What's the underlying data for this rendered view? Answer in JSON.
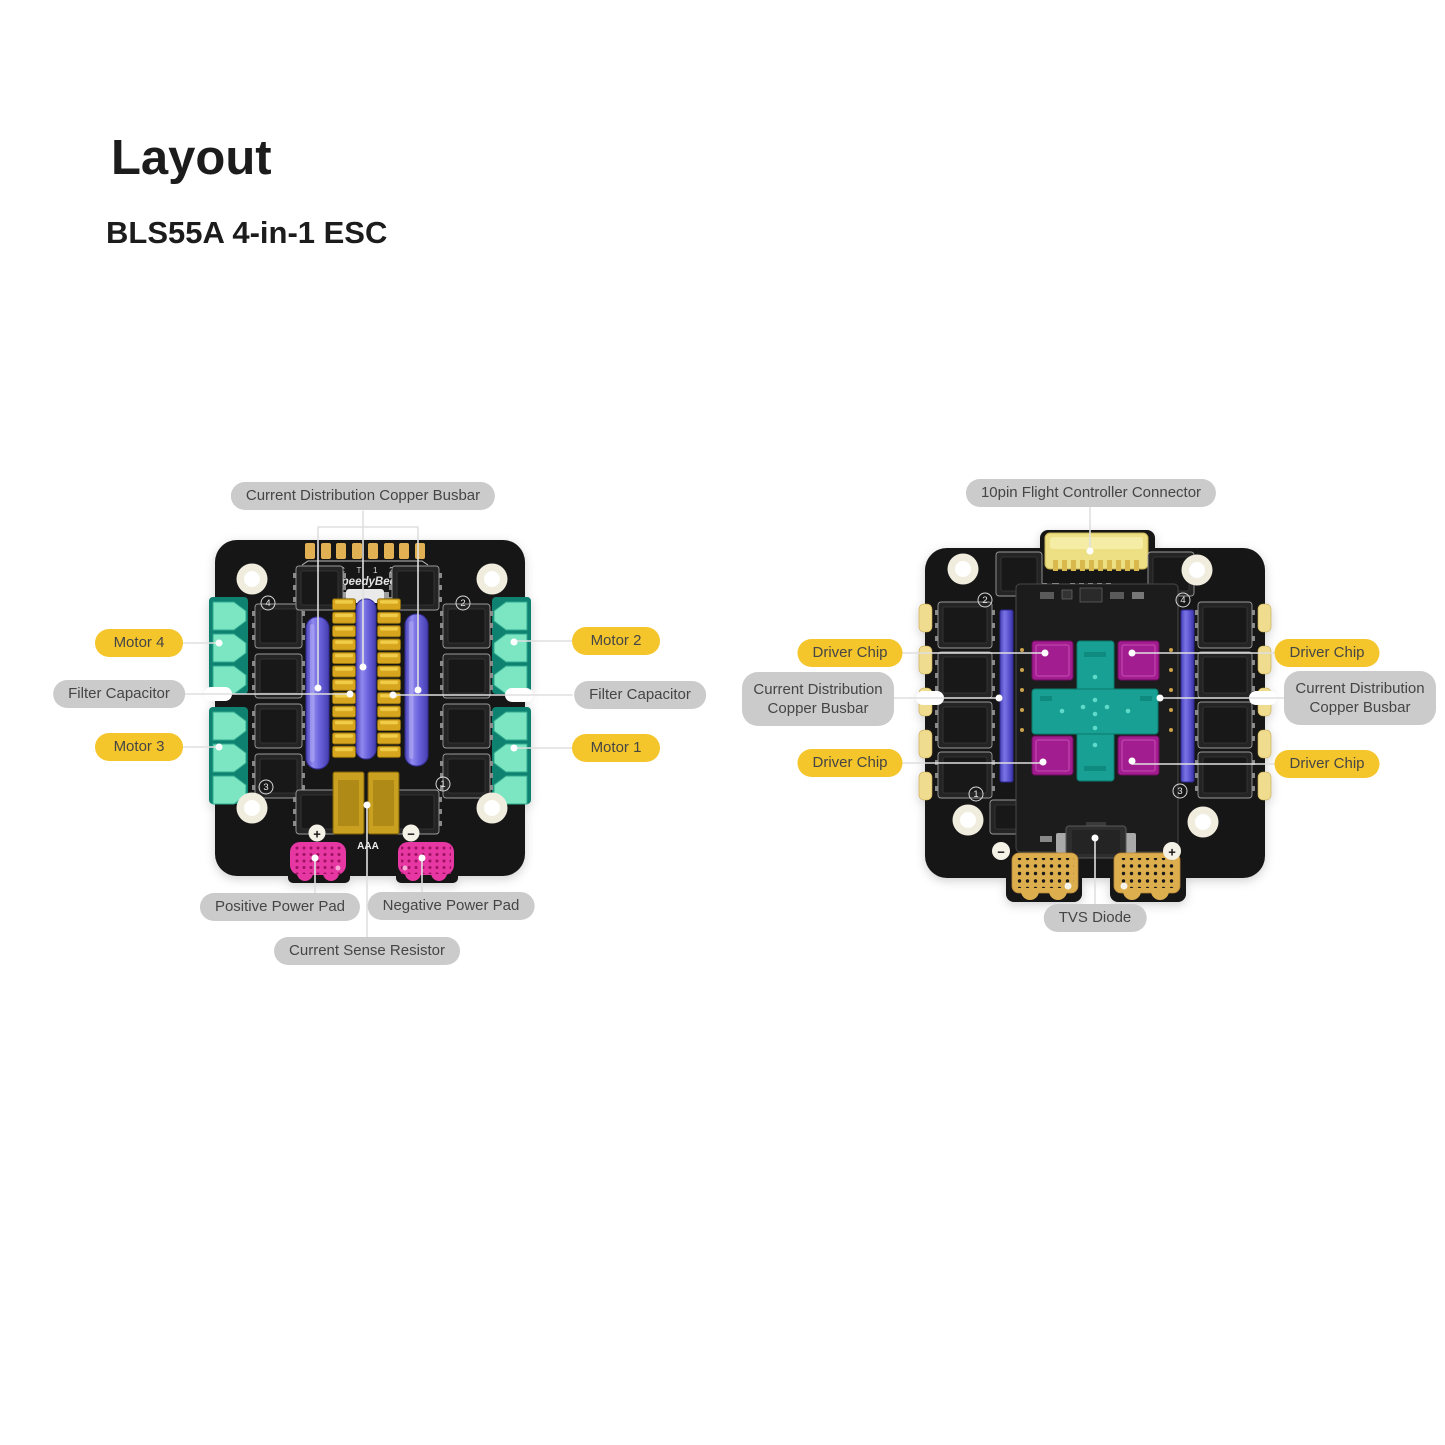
{
  "header": {
    "title": "Layout",
    "subtitle": "BLS55A 4-in-1 ESC"
  },
  "colors": {
    "label_yellow": "#F5C62B",
    "label_gray": "#CBCBCB",
    "label_text": "#454545",
    "leader_line": "#DFDFDF",
    "board_black": "#161616",
    "motor_pad_teal": "#7CE6C3",
    "motor_base_teal": "#0E8170",
    "busbar_purple": "#6A62DC",
    "capacitor_gold": "#D7A61E",
    "power_pad_pink": "#E637A3",
    "driver_chip_magenta": "#A11D90",
    "mcu_teal": "#17A093",
    "connector_yellow": "#EDE084",
    "power_pad_gold": "#DCAE4E"
  },
  "front_view": {
    "callouts": {
      "busbar_top": {
        "text": "Current Distribution Copper Busbar",
        "style": "gray"
      },
      "motor4": {
        "text": "Motor 4",
        "style": "yellow"
      },
      "filter_cap_left": {
        "text": "Filter Capacitor",
        "style": "gray"
      },
      "motor3": {
        "text": "Motor 3",
        "style": "yellow"
      },
      "motor2": {
        "text": "Motor 2",
        "style": "yellow"
      },
      "filter_cap_right": {
        "text": "Filter Capacitor",
        "style": "gray"
      },
      "motor1": {
        "text": "Motor 1",
        "style": "yellow"
      },
      "positive_pad": {
        "text": "Positive Power Pad",
        "style": "gray"
      },
      "negative_pad": {
        "text": "Negative Power Pad",
        "style": "gray"
      },
      "current_sense": {
        "text": "Current Sense Resistor",
        "style": "gray"
      }
    },
    "silkscreen": {
      "pin_row": "V G C T 1 2 3 4",
      "brand": "SpeedyBee",
      "bottom_mark": "AAA",
      "plus": "+",
      "minus": "−",
      "corner_numbers": {
        "top_left": "4",
        "top_right": "2",
        "bottom_left": "3",
        "bottom_right": "1"
      }
    }
  },
  "back_view": {
    "callouts": {
      "fc_connector": {
        "text": "10pin Flight Controller Connector",
        "style": "gray"
      },
      "driver_chip_left_top": {
        "text": "Driver Chip",
        "style": "yellow"
      },
      "busbar_left": {
        "text": "Current Distribution Copper Busbar",
        "style": "gray"
      },
      "driver_chip_left_bottom": {
        "text": "Driver Chip",
        "style": "yellow"
      },
      "driver_chip_right_top": {
        "text": "Driver Chip",
        "style": "yellow"
      },
      "busbar_right": {
        "text": "Current Distribution Copper Busbar",
        "style": "gray"
      },
      "driver_chip_right_bottom": {
        "text": "Driver Chip",
        "style": "yellow"
      },
      "tvs_diode": {
        "text": "TVS Diode",
        "style": "gray"
      }
    },
    "silkscreen": {
      "plus": "+",
      "minus": "−",
      "corner_numbers": {
        "top_left": "2",
        "top_right": "4",
        "bottom_left": "1",
        "bottom_right": "3"
      }
    }
  }
}
